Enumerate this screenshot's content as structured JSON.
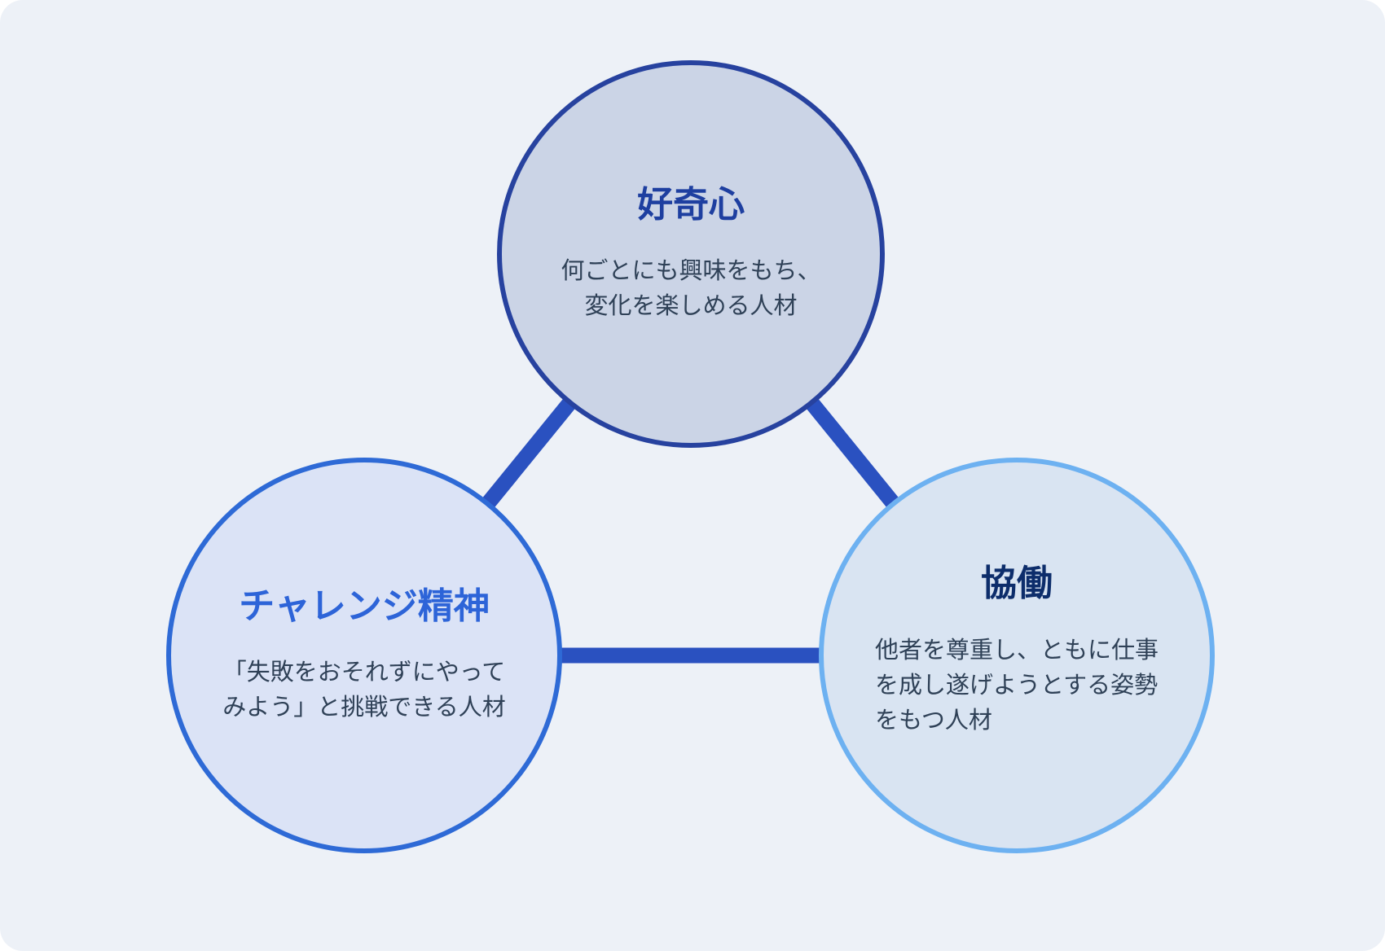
{
  "diagram": {
    "title": "",
    "nodes": [
      {
        "id": "curiosity",
        "title": "好奇心",
        "description": "何ごとにも興味をもち、\n変化を楽しめる人材",
        "border_color": "#27429f",
        "fill_color": "#cbd4e6",
        "title_color": "#1e3fa0"
      },
      {
        "id": "challenge-spirit",
        "title": "チャレンジ精神",
        "description": "「失敗をおそれずにやって\nみよう」と挑戦できる人材",
        "border_color": "#2e6ad6",
        "fill_color": "#dbe3f6",
        "title_color": "#2d64d8"
      },
      {
        "id": "collaboration",
        "title": "協働",
        "description": "他者を尊重し、ともに仕事\nを成し遂げようとする姿勢\nをもつ人材",
        "border_color": "#6db1f1",
        "fill_color": "#d9e4f2",
        "title_color": "#0d2d6b"
      }
    ],
    "colors": {
      "connector": "#2a51c0",
      "panel_background": "#edf1f7",
      "body_text": "#2f4157"
    }
  }
}
